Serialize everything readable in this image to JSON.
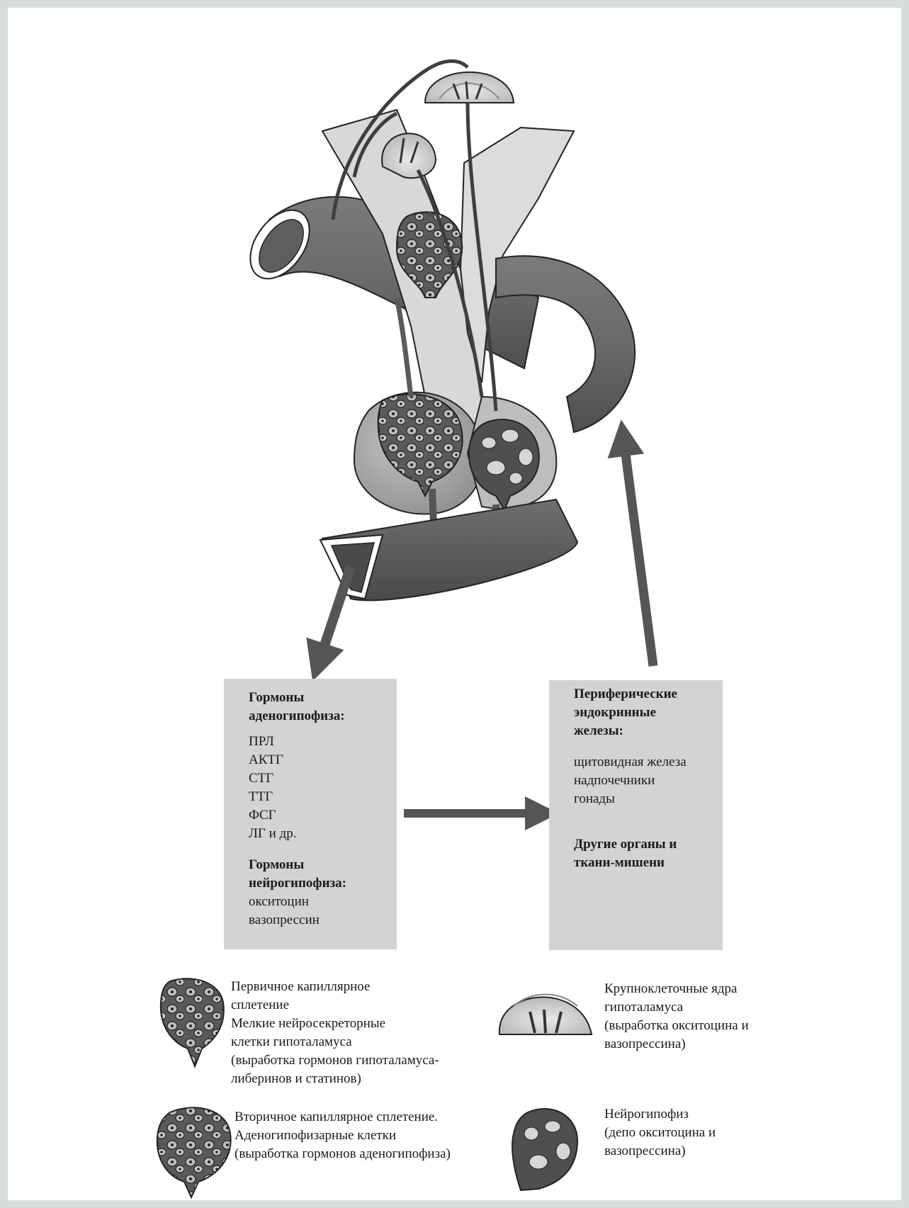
{
  "box_adenohypophysis": {
    "title": "Гормоны аденогипофиза:",
    "items": [
      "ПРЛ",
      "АКТГ",
      "СТГ",
      "ТТГ",
      "ФСГ",
      "ЛГ и др."
    ],
    "title2": "Гормоны нейрогипофиза:",
    "items2": [
      "окситоцин",
      "вазопрессин"
    ]
  },
  "box_peripheral": {
    "title": "Периферические эндокринные железы:",
    "items": [
      "щитовидная железа",
      "надпочечники",
      "гонады"
    ],
    "title2": "Другие органы и ткани-мишени"
  },
  "legend": [
    {
      "icon": "primary-capillary-plexus-icon",
      "lines": [
        "Первичное капиллярное",
        "сплетение",
        "Мелкие нейросекреторные",
        "клетки гипоталамуса",
        "(выработка гормонов гипоталамуса-",
        "либеринов и статинов)"
      ]
    },
    {
      "icon": "magnocellular-nuclei-icon",
      "lines": [
        "Крупноклеточные ядра",
        "гипоталамуса",
        "(выработка окситоцина и",
        "вазопрессина)"
      ]
    },
    {
      "icon": "secondary-capillary-plexus-icon",
      "lines": [
        "Вторичное капиллярное сплетение.",
        "Аденогипофизарные клетки",
        "(выработка гормонов аденогипофиза)"
      ]
    },
    {
      "icon": "neurohypophysis-icon",
      "lines": [
        "Нейрогипофиз",
        "(депо окситоцина и",
        "вазопрессина)"
      ]
    }
  ],
  "colors": {
    "frame": "#d7dcdc",
    "vessel": "#6e6e6e",
    "vessel_dark": "#4f4f4f",
    "stalk_light": "#c9c9c9",
    "gland_light": "#a9a9a9",
    "box_fill": "#d3d3d3",
    "arrow": "#555555"
  }
}
